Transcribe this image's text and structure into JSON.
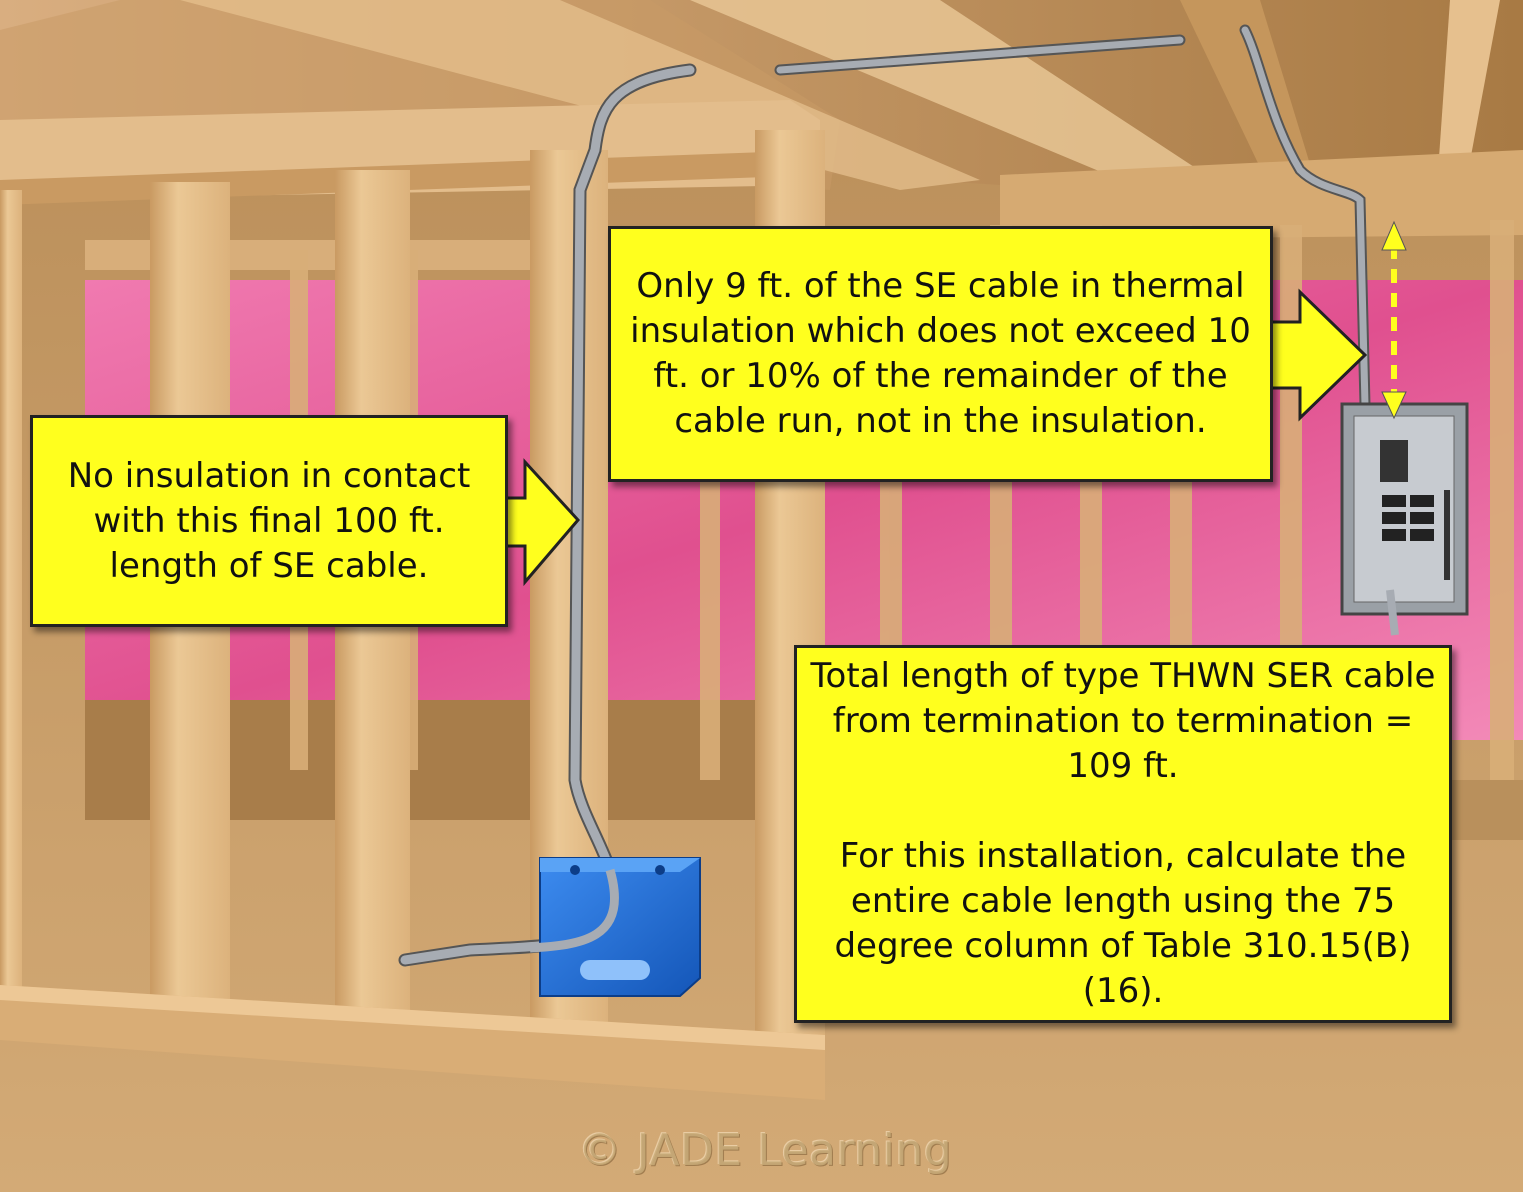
{
  "callouts": {
    "left": "No insulation in contact with this final 100 ft. length of SE cable.",
    "top": "Only 9 ft. of the SE cable in thermal insulation which does not exceed 10 ft. or 10% of the remainder of the cable run, not in the insulation.",
    "bottom_line1": "Total length of type THWN SER cable from termination to termination = 109 ft.",
    "bottom_line2": "For this installation, calculate the entire cable length using the 75 degree column of Table 310.15(B)(16)."
  },
  "watermark": "© JADE Learning",
  "colors": {
    "callout_fill": "#ffff1e",
    "insulation": "#e8589a",
    "lumber": "#e3bd8c",
    "box": "#1f6fd6",
    "cable": "#9ea3aa",
    "floor": "#c9a06a"
  },
  "icons": [
    "electrical-box-icon",
    "breaker-panel-icon",
    "dimension-arrow-icon"
  ]
}
